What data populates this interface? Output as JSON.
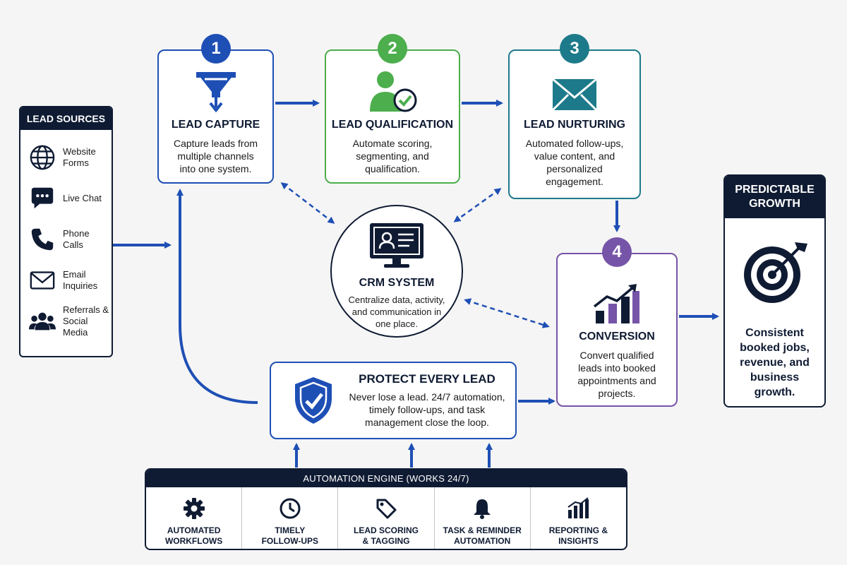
{
  "lead_sources": {
    "title": "LEAD SOURCES",
    "items": [
      {
        "label": "Website\nForms",
        "icon": "globe-icon"
      },
      {
        "label": "Live Chat",
        "icon": "chat-bubble-icon"
      },
      {
        "label": "Phone\nCalls",
        "icon": "phone-icon"
      },
      {
        "label": "Email\nInquiries",
        "icon": "envelope-icon"
      },
      {
        "label": "Referrals &\nSocial Media",
        "icon": "people-group-icon"
      }
    ]
  },
  "steps": [
    {
      "number": "1",
      "title": "LEAD CAPTURE",
      "description": "Capture leads from multiple channels into one system.",
      "icon": "funnel-icon",
      "color": "#1e4fb5"
    },
    {
      "number": "2",
      "title": "LEAD QUALIFICATION",
      "description": "Automate scoring, segmenting, and qualification.",
      "icon": "user-check-icon",
      "color": "#4cae4c"
    },
    {
      "number": "3",
      "title": "LEAD NURTURING",
      "description": "Automated follow-ups, value content, and personalized engagement.",
      "icon": "envelope-icon",
      "color": "#1d7a8a"
    },
    {
      "number": "4",
      "title": "CONVERSION",
      "description": "Convert qualified leads into booked appointments and projects.",
      "icon": "bar-chart-up-icon",
      "color": "#7654a8"
    }
  ],
  "crm": {
    "title": "CRM SYSTEM",
    "description": "Centralize data, activity, and communication in one place.",
    "icon": "monitor-contact-icon"
  },
  "protect": {
    "title": "PROTECT EVERY LEAD",
    "description": "Never lose a lead. 24/7 automation, timely follow-ups, and task management close the loop.",
    "icon": "shield-check-icon"
  },
  "growth": {
    "title": "PREDICTABLE GROWTH",
    "description": "Consistent booked jobs, revenue, and business growth.",
    "icon": "target-icon"
  },
  "engine": {
    "title": "AUTOMATION ENGINE (WORKS 24/7)",
    "items": [
      {
        "label": "AUTOMATED\nWORKFLOWS",
        "icon": "gear-icon"
      },
      {
        "label": "TIMELY\nFOLLOW-UPS",
        "icon": "clock-icon"
      },
      {
        "label": "LEAD SCORING\n& TAGGING",
        "icon": "tag-icon"
      },
      {
        "label": "TASK & REMINDER\nAUTOMATION",
        "icon": "bell-icon"
      },
      {
        "label": "REPORTING &\nINSIGHTS",
        "icon": "bar-chart-icon"
      }
    ]
  },
  "colors": {
    "navy": "#0f1b33",
    "blue": "#1e4fb5",
    "green": "#4cae4c",
    "teal": "#1d7a8a",
    "purple": "#7654a8",
    "background": "#f5f5f5"
  }
}
